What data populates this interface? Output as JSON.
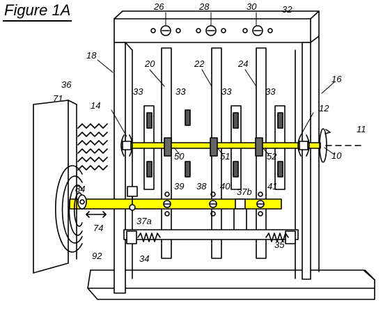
{
  "figure": {
    "title": "Figure 1A"
  },
  "colors": {
    "shaft": "#ffff00",
    "ink": "#000000",
    "paper": "#ffffff"
  },
  "callouts": {
    "n10": "10",
    "n11": "11",
    "n12": "12",
    "n14": "14",
    "n16": "16",
    "n18": "18",
    "n20": "20",
    "n22": "22",
    "n24": "24",
    "n26": "26",
    "n28": "28",
    "n30": "30",
    "n32": "32",
    "n33a": "33",
    "n33b": "33",
    "n33c": "33",
    "n33d": "33",
    "n34": "34",
    "n35": "35",
    "n36": "36",
    "n37a": "37a",
    "n37b": "37b",
    "n38": "38",
    "n39": "39",
    "n40": "40",
    "n41": "41",
    "n50": "50",
    "n51": "51",
    "n52": "52",
    "n71": "71",
    "n74": "74",
    "n84": "84",
    "n92": "92"
  }
}
